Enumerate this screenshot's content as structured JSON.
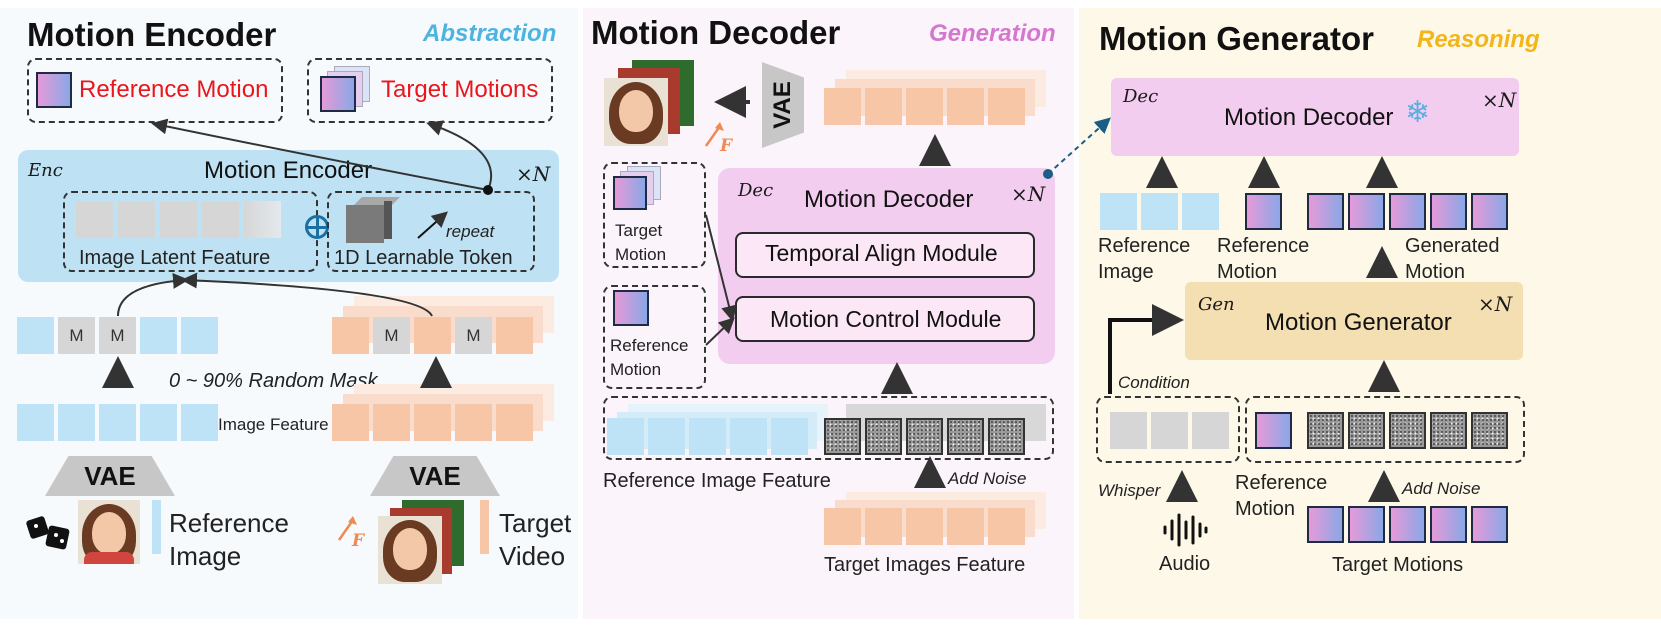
{
  "encoder": {
    "title": "Motion Encoder",
    "tag": "Abstraction",
    "ref_motion": "Reference Motion",
    "target_motions": "Target Motions",
    "enc_label": "Enc",
    "box_title": "Motion Encoder",
    "times_n": "×N",
    "image_latent": "Image Latent Feature",
    "learnable_token": "1D Learnable Token",
    "repeat": "repeat",
    "mask_letter": "M",
    "random_mask": "0 ~ 90% Random Mask",
    "image_feature": "Image Feature",
    "vae": "VAE",
    "ref_image_line1": "Reference",
    "ref_image_line2": "Image",
    "target_video_line1": "Target",
    "target_video_line2": "Video",
    "flow_letter": "F"
  },
  "decoder": {
    "title": "Motion Decoder",
    "tag": "Generation",
    "vae": "VAE",
    "dec_label": "Dec",
    "box_title": "Motion Decoder",
    "times_n": "×N",
    "temporal": "Temporal Align Module",
    "control": "Motion Control Module",
    "target_motion_line1": "Target",
    "target_motion_line2": "Motion",
    "ref_motion_line1": "Reference",
    "ref_motion_line2": "Motion",
    "ref_image_feature": "Reference Image Feature",
    "add_noise": "Add Noise",
    "target_images_feature": "Target Images Feature",
    "flow_letter": "F"
  },
  "generator": {
    "title": "Motion Generator",
    "tag": "Reasoning",
    "dec_label": "Dec",
    "dec_title": "Motion Decoder",
    "times_n": "×N",
    "ref_image_line1": "Reference",
    "ref_image_line2": "Image",
    "ref_motion_line1": "Reference",
    "ref_motion_line2": "Motion",
    "gen_motion_line1": "Generated",
    "gen_motion_line2": "Motion",
    "gen_label": "Gen",
    "gen_title": "Motion Generator",
    "condition": "Condition",
    "whisper": "Whisper",
    "audio": "Audio",
    "ref_motion2_line1": "Reference",
    "ref_motion2_line2": "Motion",
    "add_noise": "Add Noise",
    "target_motions": "Target Motions"
  },
  "colors": {
    "encoder_bg": "#f7fafd",
    "decoder_bg": "#fcf4fb",
    "generator_bg": "#fdf8e8",
    "encoder_tag": "#4db3e0",
    "decoder_tag": "#d477cf",
    "generator_tag": "#f2b51c",
    "red_text": "#e8171c"
  }
}
